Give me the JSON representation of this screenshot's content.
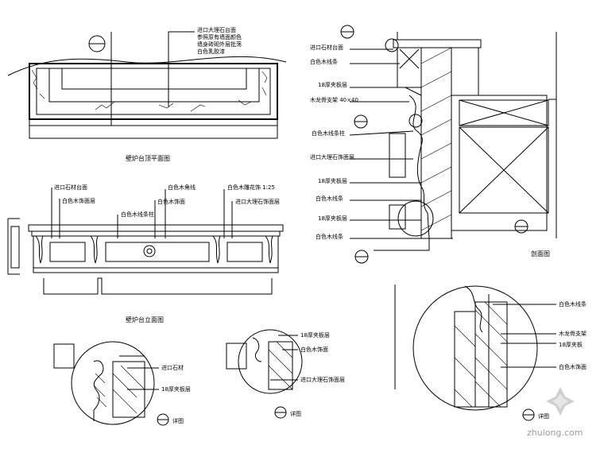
{
  "top_plan": {
    "title": "壁炉台顶平面图",
    "note_lines": [
      "进口大理石台面",
      "参照原有墙面颜色",
      "墙身砖砌外层批荡",
      "白色乳胶漆"
    ]
  },
  "front_elevation": {
    "title": "壁炉台立面图",
    "labels": [
      "进口石材台面",
      "白色木饰面层",
      "白色木线条柱",
      "白色木角线",
      "白色木饰面",
      "白色木雕花饰 1:25",
      "进口大理石饰面层"
    ]
  },
  "section": {
    "title": "剖面图",
    "labels": [
      "进口石材台面",
      "白色木线条",
      "18厚夹板层",
      "木龙骨支架 40×40",
      "白色木线条柱",
      "进口大理石饰面层",
      "18厚夹板层",
      "白色木线条",
      "18厚夹板层",
      "白色木线条"
    ]
  },
  "detail1": {
    "title": "详图",
    "labels": [
      "进口石材",
      "18厚夹板层"
    ]
  },
  "detail2": {
    "title": "详图",
    "labels": [
      "18厚夹板层",
      "白色木饰面",
      "进口大理石饰面层"
    ]
  },
  "detail3": {
    "title": "详图",
    "labels": [
      "白色木线条",
      "木龙骨支架",
      "18厚夹板",
      "白色木饰面"
    ]
  },
  "watermark": {
    "text": "zhulong.com"
  }
}
